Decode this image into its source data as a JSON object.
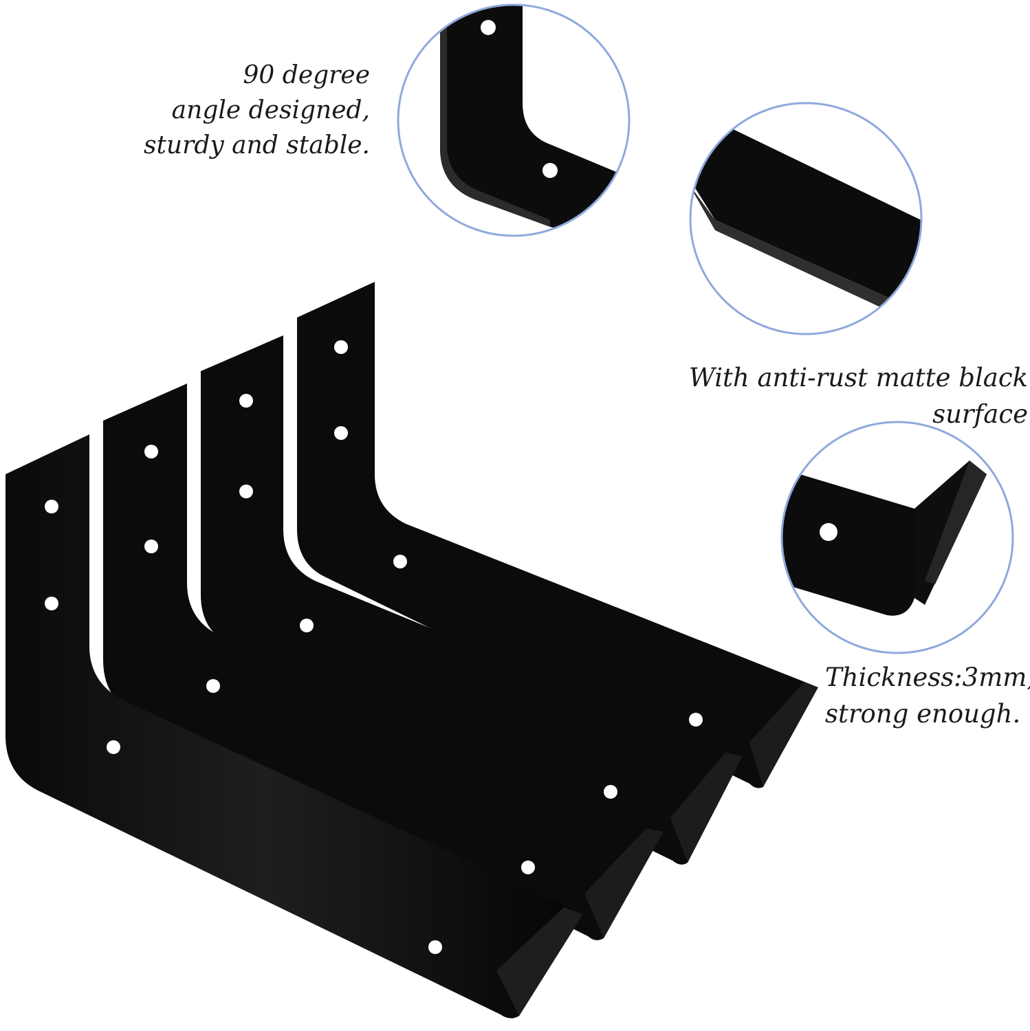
{
  "captions": {
    "angle": "90 degree\nangle designed,\nsturdy and stable.",
    "surface": "With anti-rust matte black surface",
    "thickness": "Thickness:3mm,\nstrong enough."
  },
  "colors": {
    "bracket": "#0b0b0b",
    "bracket_edge": "#2a2a2a",
    "zoom_ring": "#8fa9dc",
    "background": "#ffffff"
  },
  "product": {
    "bracket_count": 4,
    "zoom_views": 3
  }
}
